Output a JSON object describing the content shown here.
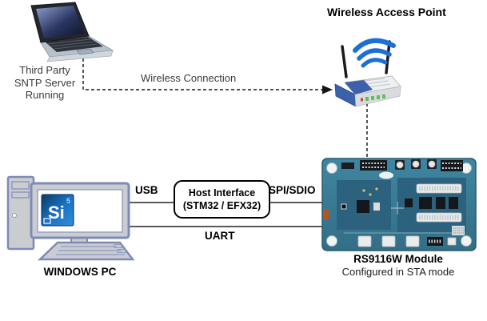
{
  "diagram": {
    "wap_title": "Wireless Access Point",
    "laptop_caption": [
      "Third Party",
      "SNTP Server",
      "Running"
    ],
    "wireless_connection_label": "Wireless Connection",
    "usb_label": "USB",
    "spi_sdio_label": "SPI/SDIO",
    "uart_label": "UART",
    "host_interface": {
      "line1": "Host Interface",
      "line2": "(STM32 / EFX32)"
    },
    "pc_caption": "WINDOWS PC",
    "si_logo_text": "Si",
    "si_logo_sup": "5",
    "module_title": "RS9116W Module",
    "module_subtitle": "Configured in STA mode"
  },
  "colors": {
    "wifi_blue": "#1c6fd4",
    "router_panel_blue": "#3c60aa",
    "pc_outline": "#7e8bb5",
    "board_teal": "#3a7d95",
    "board_panel": "#2c627e",
    "line_solid": "#595959",
    "line_dashed": "#383838",
    "led_green": "#5cc35c"
  }
}
